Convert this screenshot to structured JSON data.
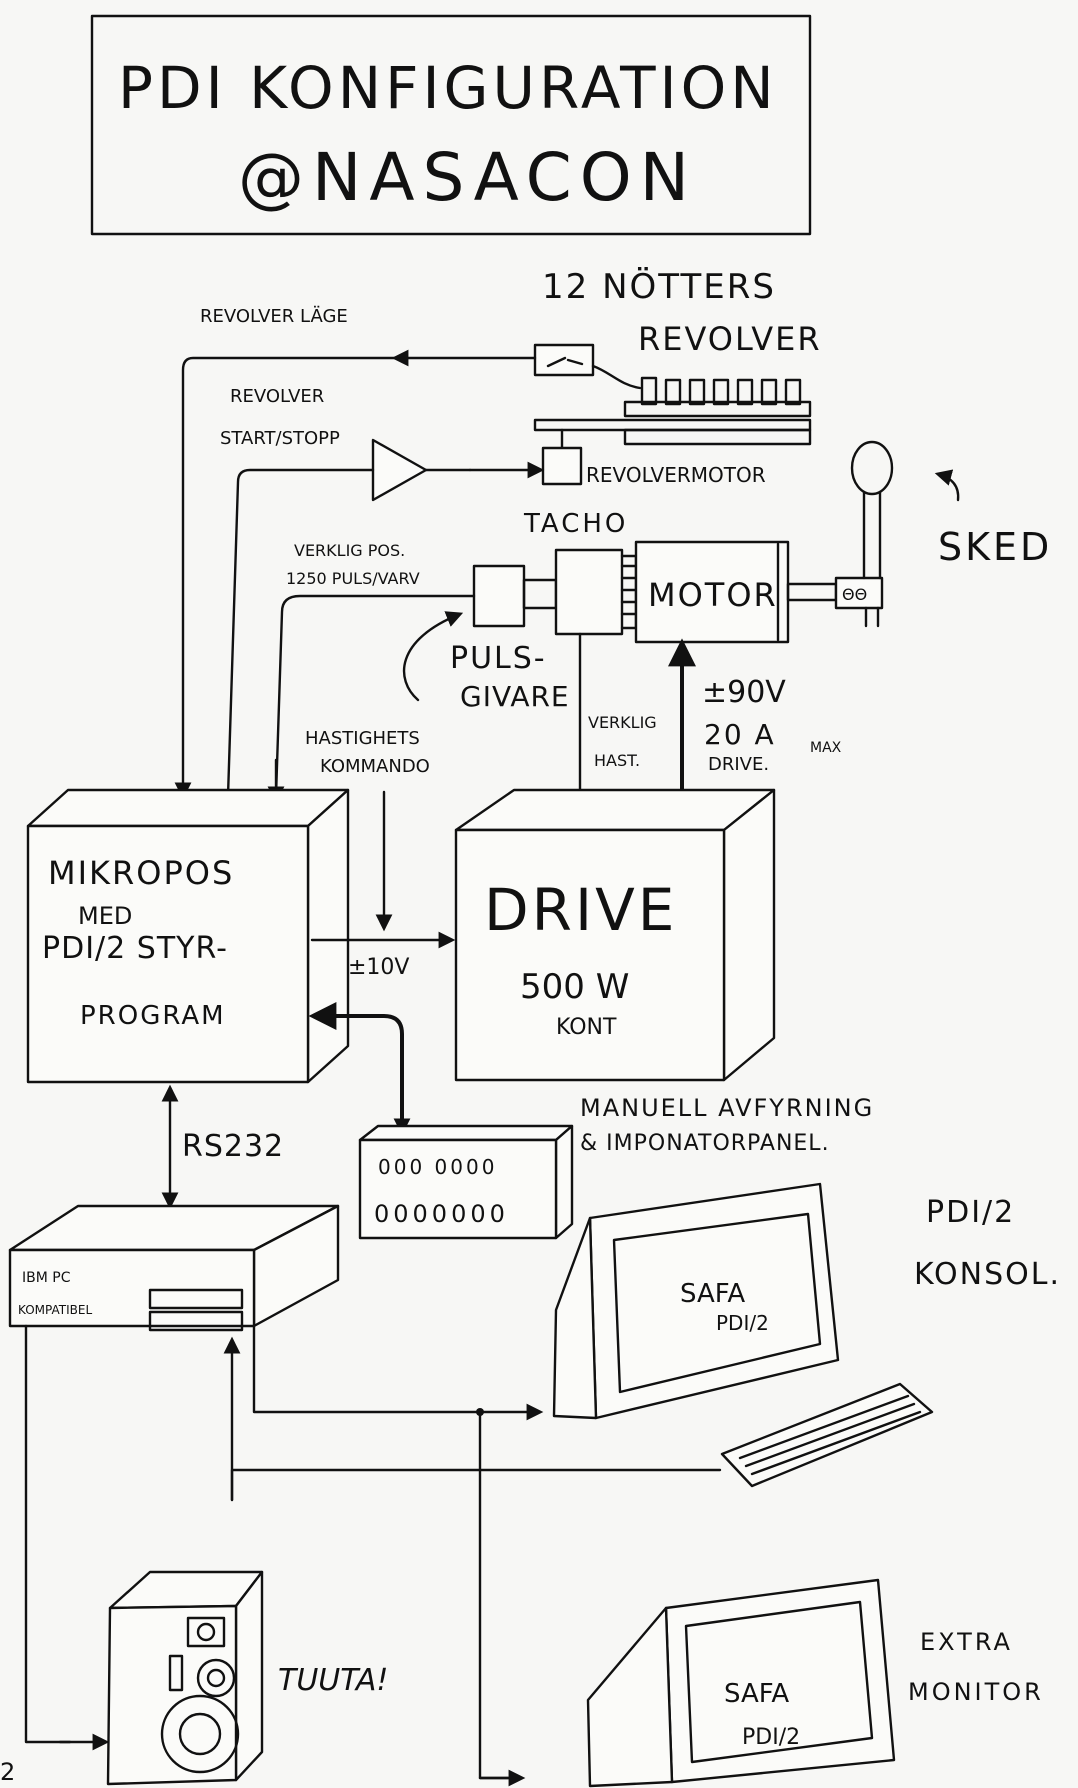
{
  "title": {
    "line1": "PDI KONFIGURATION",
    "line2": "@NASACON"
  },
  "labels": {
    "revolver_count": "12 NÖTTERS",
    "revolver": "REVOLVER",
    "revolver_position": "REVOLVER LÄGE",
    "revolver_start_1": "REVOLVER",
    "revolver_start_2": "START/STOPP",
    "revolver_motor": "REVOLVERMOTOR",
    "tacho": "TACHO",
    "sked": "SKED",
    "motor": "MOTOR",
    "actual_pos_1": "VERKLIG POS.",
    "actual_pos_2": "1250 PULS/VARV",
    "pulse_1": "PULS-",
    "pulse_2": "GIVARE",
    "speed_cmd_1": "HASTIGHETS",
    "speed_cmd_2": "KOMMANDO",
    "actual_speed_1": "VERKLIG",
    "actual_speed_2": "HAST.",
    "drive_spec_1": "±90V",
    "drive_spec_2": "20 A",
    "drive_spec_max": "MAX",
    "drive_spec_3": "DRIVE.",
    "mikropos_1": "MIKROPOS",
    "mikropos_2": "MED",
    "mikropos_3": "PDI/2 STYR-",
    "mikropos_4": "PROGRAM",
    "voltage": "±10V",
    "drive_1": "DRIVE",
    "drive_2": "500 W",
    "drive_3": "KONT",
    "rs232": "RS232",
    "panel_1": "MANUELL AVFYRNING",
    "panel_2": "& IMPONATORPANEL.",
    "panel_row1": "000 0000",
    "panel_row2": "0000000",
    "pc_1": "IBM PC",
    "pc_2": "KOMPATIBEL",
    "console_1": "PDI/2",
    "console_2": "KONSOL.",
    "screen1_1": "SAFA",
    "screen1_2": "PDI/2",
    "speaker": "TUUTA!",
    "extra_1": "EXTRA",
    "extra_2": "MONITOR",
    "screen2_1": "SAFA",
    "screen2_2": "PDI/2",
    "page_number": "2"
  }
}
